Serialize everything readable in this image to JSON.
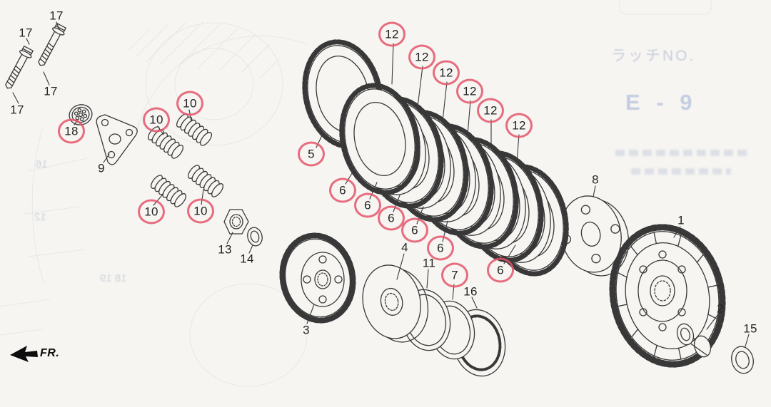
{
  "direction": {
    "label": "FR."
  },
  "callouts": [
    {
      "text": "17",
      "circled": false
    },
    {
      "text": "17",
      "circled": false
    },
    {
      "text": "17",
      "circled": false
    },
    {
      "text": "17",
      "circled": false
    },
    {
      "text": "18",
      "circled": true
    },
    {
      "text": "9",
      "circled": false
    },
    {
      "text": "10",
      "circled": true
    },
    {
      "text": "10",
      "circled": true
    },
    {
      "text": "10",
      "circled": true
    },
    {
      "text": "10",
      "circled": true
    },
    {
      "text": "13",
      "circled": false
    },
    {
      "text": "14",
      "circled": false
    },
    {
      "text": "3",
      "circled": false
    },
    {
      "text": "5",
      "circled": true
    },
    {
      "text": "4",
      "circled": false
    },
    {
      "text": "6",
      "circled": true
    },
    {
      "text": "6",
      "circled": true
    },
    {
      "text": "6",
      "circled": true
    },
    {
      "text": "6",
      "circled": true
    },
    {
      "text": "6",
      "circled": true
    },
    {
      "text": "6",
      "circled": true
    },
    {
      "text": "11",
      "circled": false
    },
    {
      "text": "7",
      "circled": true
    },
    {
      "text": "16",
      "circled": false
    },
    {
      "text": "12",
      "circled": true
    },
    {
      "text": "12",
      "circled": true
    },
    {
      "text": "12",
      "circled": true
    },
    {
      "text": "12",
      "circled": true
    },
    {
      "text": "12",
      "circled": true
    },
    {
      "text": "12",
      "circled": true
    },
    {
      "text": "8",
      "circled": false
    },
    {
      "text": "1",
      "circled": false
    },
    {
      "text": "2",
      "circled": false
    },
    {
      "text": "15",
      "circled": false
    }
  ],
  "bleedthrough": {
    "header_fragment": "ラッチNO.",
    "section_code": "E - 9",
    "faint_numbers": [
      "16",
      "12",
      "18 19"
    ]
  },
  "colors": {
    "paper": "#f6f5f2",
    "ink": "#383838",
    "highlight_circle": "#e4546a",
    "bleed_text": "#aab4cb"
  }
}
